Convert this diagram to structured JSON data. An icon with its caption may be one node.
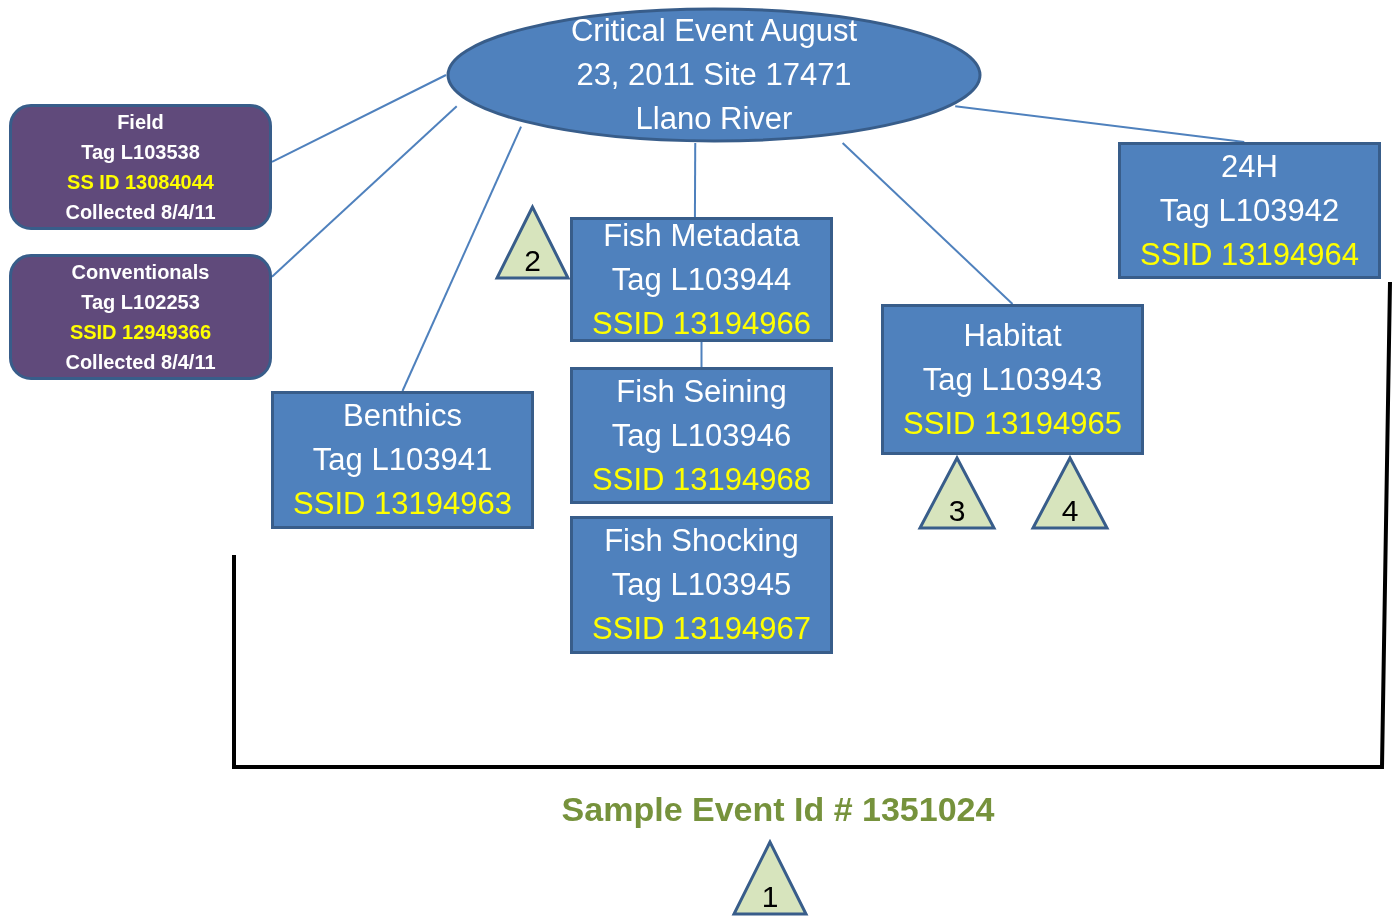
{
  "diagram": {
    "nodes": [
      {
        "text": [
          "Critical Event August 23, 2011 Site 17471 Llano River"
        ]
      },
      {
        "text": [
          "Field",
          "Tag L103538",
          "SS ID 13084044",
          "Collected 8/4/11"
        ]
      },
      {
        "text": [
          "Conventionals",
          "Tag L102253",
          "SSID 12949366",
          "Collected 8/4/11"
        ]
      },
      {
        "text": [
          "2"
        ]
      },
      {
        "text": [
          "Fish Metadata",
          "Tag L103944",
          "SSID 13194966"
        ]
      },
      {
        "text": [
          "24H",
          "Tag L103942",
          "SSID 13194964"
        ]
      },
      {
        "text": [
          "Habitat",
          "Tag L103943",
          "SSID 13194965"
        ]
      },
      {
        "text": [
          "Benthics",
          "Tag L103941",
          "SSID 13194963"
        ]
      },
      {
        "text": [
          "Fish Seining",
          "Tag L103946",
          "SSID 13194968"
        ]
      },
      {
        "text": [
          "3"
        ]
      },
      {
        "text": [
          "4"
        ]
      },
      {
        "text": [
          "Fish Shocking",
          "Tag L103945",
          "SSID 13194967"
        ]
      },
      {
        "text": [
          "1"
        ]
      }
    ],
    "edges": [
      {
        "from": 0,
        "to": 1,
        "arrow": "none"
      },
      {
        "from": 0,
        "to": 2,
        "arrow": "none"
      },
      {
        "from": 0,
        "to": 7,
        "arrow": "none"
      },
      {
        "from": 0,
        "to": 4,
        "arrow": "none"
      },
      {
        "from": 0,
        "to": 6,
        "arrow": "none"
      },
      {
        "from": 0,
        "to": 5,
        "arrow": "none"
      },
      {
        "from": 4,
        "to": 8,
        "arrow": "none"
      }
    ],
    "labels": [
      "Sample Event Id # 1351024"
    ]
  }
}
